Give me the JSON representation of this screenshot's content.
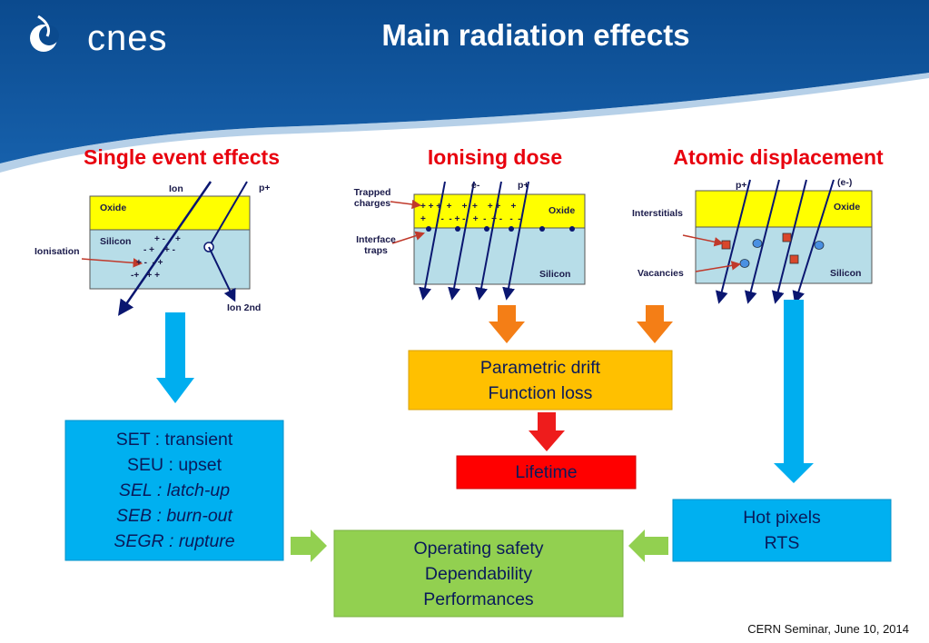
{
  "header": {
    "logo_text": "cnes",
    "title": "Main radiation effects"
  },
  "sections": {
    "single_event": "Single event effects",
    "ionising_dose": "Ionising dose",
    "atomic_displacement": "Atomic displacement"
  },
  "see_diagram": {
    "oxide": "Oxide",
    "silicon": "Silicon",
    "ion": "Ion",
    "p_plus": "p+",
    "ionisation": "Ionisation",
    "ion_2nd": "Ion 2nd",
    "charges": [
      "+ -    +",
      "- +    + -",
      "+ -  - +",
      "-+   + +"
    ]
  },
  "dose_diagram": {
    "trapped_charges": "Trapped\ncharges",
    "interface_traps": "Interface\ntraps",
    "e_minus": "e-",
    "p_plus": "p+",
    "oxide": "Oxide",
    "silicon": "Silicon",
    "charges_row1": "+ + +  +    +  +    + +    +",
    "charges_row2": "+      -  - + -   +  -  + -   -  -"
  },
  "displacement_diagram": {
    "p_plus": "p+",
    "e_minus_paren": "(e-)",
    "oxide": "Oxide",
    "silicon": "Silicon",
    "interstitials": "Interstitials",
    "vacancies": "Vacancies"
  },
  "boxes": {
    "parametric": [
      "Parametric drift",
      "Function loss"
    ],
    "lifetime": "Lifetime",
    "see_effects": [
      {
        "text": "SET : transient",
        "italic": false
      },
      {
        "text": "SEU : upset",
        "italic": false
      },
      {
        "text": "SEL : latch-up",
        "italic": true
      },
      {
        "text": "SEB : burn-out",
        "italic": true
      },
      {
        "text": "SEGR : rupture",
        "italic": true
      }
    ],
    "operating": [
      "Operating safety",
      "Dependability",
      "Performances"
    ],
    "hot_pixels": [
      "Hot pixels",
      "RTS"
    ]
  },
  "colors": {
    "header_blue": "#0d4f95",
    "title_red": "#e8000e",
    "oxide_yellow": "#ffff00",
    "silicon_blue": "#b7dde8",
    "arrow_blue": "#00aeef",
    "arrow_orange": "#f47e16",
    "arrow_red": "#ee1c1c",
    "arrow_green": "#92d050",
    "box_yellow": "#ffc000",
    "box_red": "#ff0000",
    "box_blue": "#00b0f0",
    "box_green": "#92d050",
    "track": "#0a1670"
  },
  "footer": "CERN Seminar, June 10, 2014"
}
